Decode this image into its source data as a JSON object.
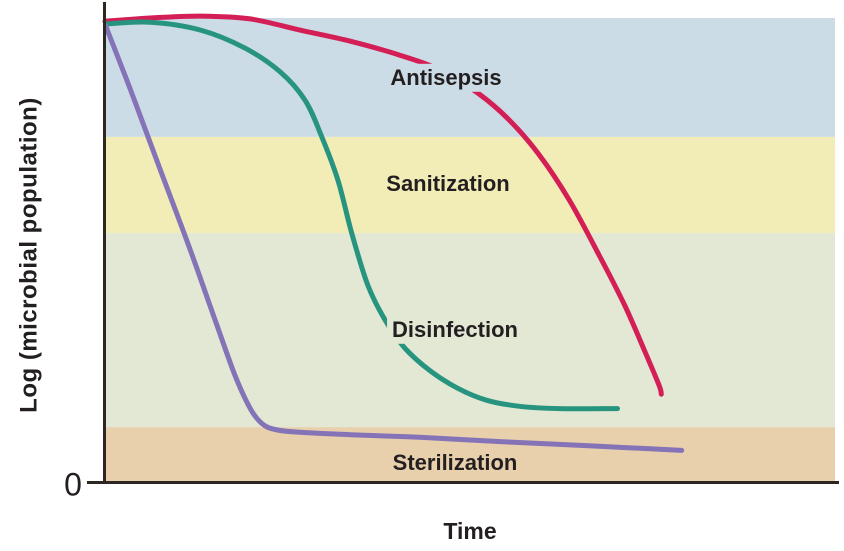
{
  "chart_data": {
    "type": "line",
    "title": "",
    "xlabel": "Time",
    "ylabel": "Log (microbial population)",
    "xlim": [
      0,
      100
    ],
    "ylim": [
      0,
      100
    ],
    "grid": false,
    "legend": "inline-band-labels",
    "y_axis": {
      "origin_label": "0"
    },
    "axis_color": "#2d2721",
    "text_color": "#231f20",
    "bands": [
      {
        "label": "Antisepsis",
        "color": "#cbdce7",
        "y_top": 100,
        "y_bottom": 74.4
      },
      {
        "label": "Sanitization",
        "color": "#f2edb6",
        "y_top": 74.4,
        "y_bottom": 53.7
      },
      {
        "label": "Disinfection",
        "color": "#e2e8d3",
        "y_top": 53.7,
        "y_bottom": 11.9
      },
      {
        "label": "Sterilization",
        "color": "#e7d0ab",
        "y_top": 11.9,
        "y_bottom": 0
      }
    ],
    "series": [
      {
        "name": "Antisepsis",
        "color": "#d31f55",
        "points": [
          [
            0,
            99.3
          ],
          [
            6.2,
            100
          ],
          [
            13.1,
            100.4
          ],
          [
            19.9,
            99.8
          ],
          [
            26.7,
            97.4
          ],
          [
            33.6,
            95
          ],
          [
            40.4,
            92
          ],
          [
            45.9,
            88.8
          ],
          [
            51.1,
            83.8
          ],
          [
            55.4,
            78
          ],
          [
            59.5,
            70.5
          ],
          [
            63.6,
            60.8
          ],
          [
            67.7,
            48.9
          ],
          [
            71.2,
            38.1
          ],
          [
            73.9,
            28.4
          ],
          [
            75.9,
            20.9
          ],
          [
            76.2,
            19
          ]
        ]
      },
      {
        "name": "Disinfection",
        "color": "#27947f",
        "points": [
          [
            0.1,
            98.7
          ],
          [
            6.2,
            99.1
          ],
          [
            13.1,
            97.4
          ],
          [
            19.2,
            93.5
          ],
          [
            24,
            88.4
          ],
          [
            27.4,
            82.3
          ],
          [
            29.7,
            74.4
          ],
          [
            31.9,
            65.1
          ],
          [
            33.8,
            53.7
          ],
          [
            36,
            42.5
          ],
          [
            38.4,
            34.9
          ],
          [
            41.1,
            28.9
          ],
          [
            44.5,
            24.1
          ],
          [
            48.3,
            20.3
          ],
          [
            52.3,
            17.7
          ],
          [
            56.8,
            16.4
          ],
          [
            62.3,
            15.9
          ],
          [
            70.2,
            15.9
          ]
        ]
      },
      {
        "name": "Sterilization",
        "color": "#8473b7",
        "points": [
          [
            0.1,
            98.3
          ],
          [
            3.5,
            84.5
          ],
          [
            7.6,
            67.2
          ],
          [
            11.7,
            50
          ],
          [
            15.1,
            34.9
          ],
          [
            17.8,
            23.1
          ],
          [
            19.9,
            15.9
          ],
          [
            21.5,
            12.7
          ],
          [
            23.3,
            11.4
          ],
          [
            26.7,
            10.8
          ],
          [
            33.6,
            10.3
          ],
          [
            43.4,
            9.7
          ],
          [
            54.1,
            8.8
          ],
          [
            67.7,
            7.8
          ],
          [
            79,
            6.9
          ]
        ]
      }
    ]
  }
}
